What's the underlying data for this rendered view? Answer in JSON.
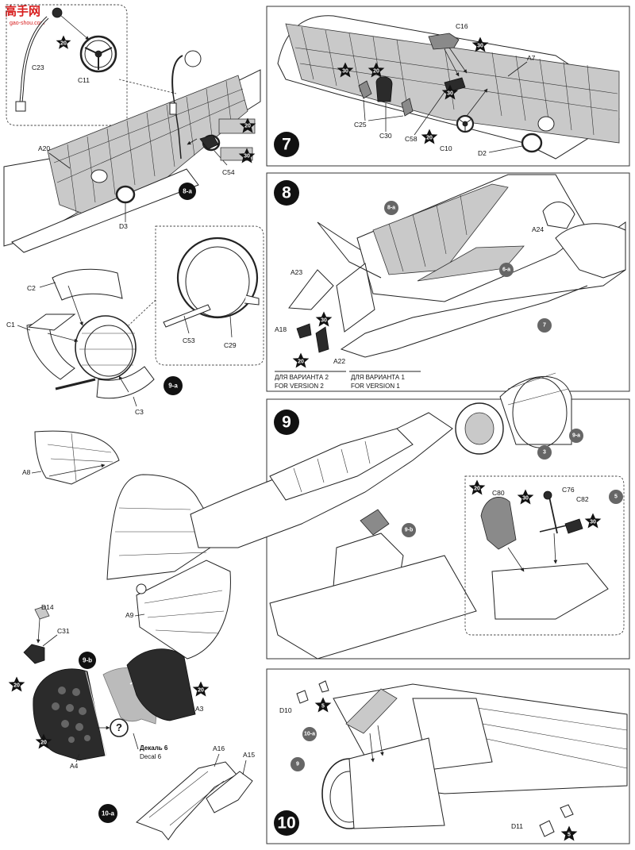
{
  "watermark": {
    "main": "高手网",
    "sub": "gao-shou.com"
  },
  "step_numbers": {
    "s7": "7",
    "s8": "8",
    "s9": "9",
    "s10": "10"
  },
  "substeps": {
    "s8a": "8-a",
    "s9a": "9-a",
    "s9b": "9-b",
    "s10a": "10-a",
    "r8a": "8-a",
    "r6a": "6-a",
    "r7": "7",
    "r3": "3",
    "r9a": "9-a",
    "r9b": "9-b",
    "r5": "5",
    "r9": "9",
    "r10a": "10-a"
  },
  "stars": {
    "v20": "20",
    "v30": "30",
    "v5": "5"
  },
  "part_labels": {
    "C23": "C23",
    "C11": "C11",
    "A20": "A20",
    "D3": "D3",
    "C54": "C54",
    "C2": "C2",
    "C1": "C1",
    "C3": "C3",
    "C53": "C53",
    "C29": "C29",
    "A8": "A8",
    "A9": "A9",
    "D14": "D14",
    "C31": "C31",
    "A4": "A4",
    "A3": "A3",
    "A16": "A16",
    "A15": "A15",
    "C16": "C16",
    "A7": "A7",
    "C25": "C25",
    "C30": "C30",
    "C58": "C58",
    "C10": "C10",
    "D2": "D2",
    "A23": "A23",
    "A24": "A24",
    "A18": "A18",
    "A22": "A22",
    "C80": "C80",
    "C76": "C76",
    "C82": "C82",
    "D10": "D10",
    "D11": "D11"
  },
  "notes": {
    "variant2_ru": "ДЛЯ ВАРИАНТА 2",
    "variant2_en": "FOR VERSION 2",
    "variant1_ru": "ДЛЯ ВАРИАНТА 1",
    "variant1_en": "FOR VERSION 1",
    "decal_ru": "Декаль 6",
    "decal_en": "Decal 6",
    "question": "?"
  },
  "colors": {
    "ink": "#111111",
    "part_grey": "#c9c9c9",
    "part_dark": "#2b2b2b",
    "watermark": "#d81e1e"
  }
}
